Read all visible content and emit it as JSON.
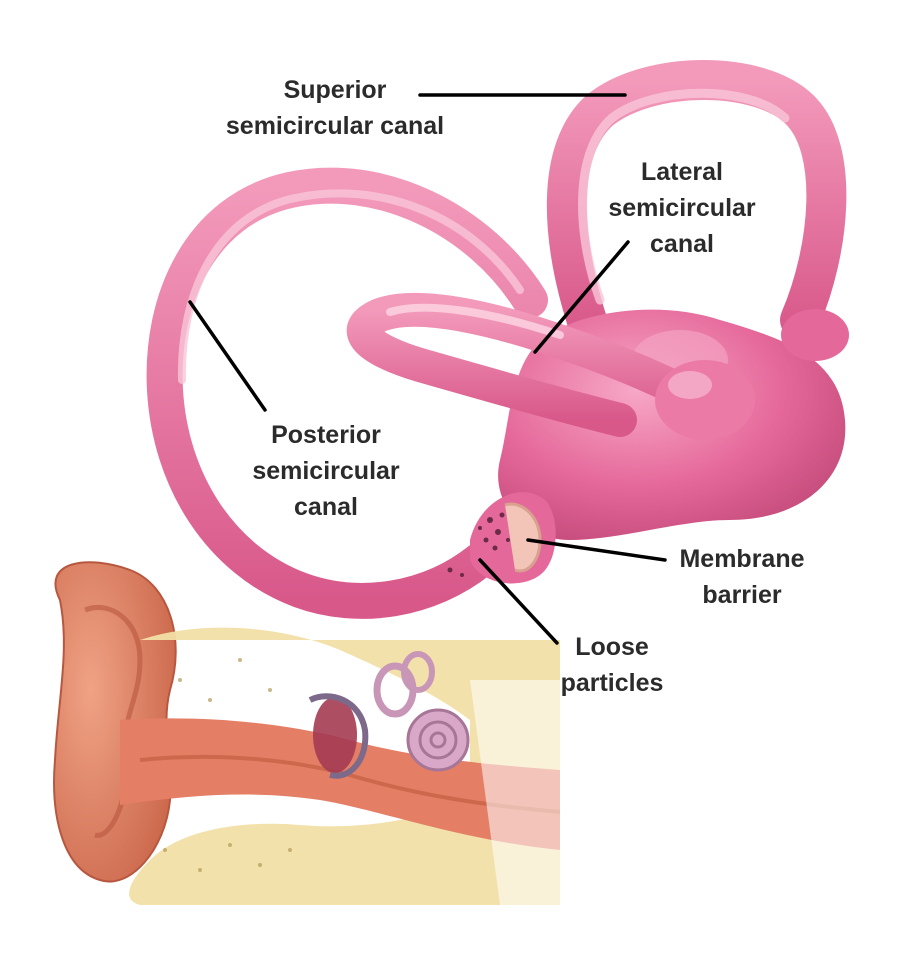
{
  "labels": {
    "superior": {
      "line1": "Superior",
      "line2": "semicircular canal"
    },
    "lateral": {
      "line1": "Lateral",
      "line2": "semicircular",
      "line3": "canal"
    },
    "posterior": {
      "line1": "Posterior",
      "line2": "semicircular",
      "line3": "canal"
    },
    "membrane": {
      "line1": "Membrane",
      "line2": "barrier"
    },
    "particles": {
      "line1": "Loose",
      "line2": "particles"
    }
  },
  "colors": {
    "canal_pink": "#e9709a",
    "canal_highlight": "#f7b8cf",
    "canal_shadow": "#c84f7a",
    "ear_skin": "#e58c6a",
    "ear_shadow": "#c45e43",
    "bone": "#f2dfa6",
    "cochlea": "#d9a8c8",
    "label_text": "#2b2b2b"
  }
}
